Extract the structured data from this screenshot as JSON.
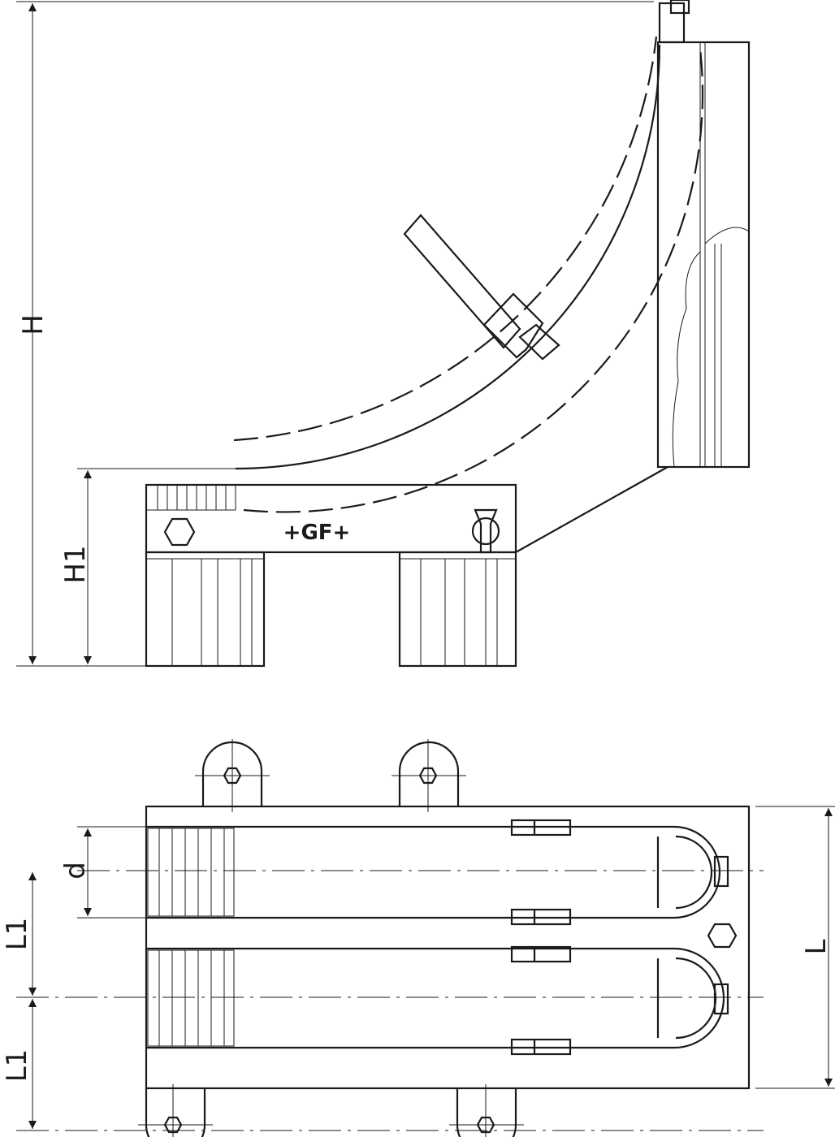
{
  "dimensions": {
    "H": "H",
    "H1": "H1",
    "d": "d",
    "L1_upper": "L1",
    "L1_lower": "L1",
    "L": "L"
  },
  "logo": {
    "text": "+GF+"
  },
  "colors": {
    "line": "#1a1a1a",
    "background": "#ffffff"
  }
}
